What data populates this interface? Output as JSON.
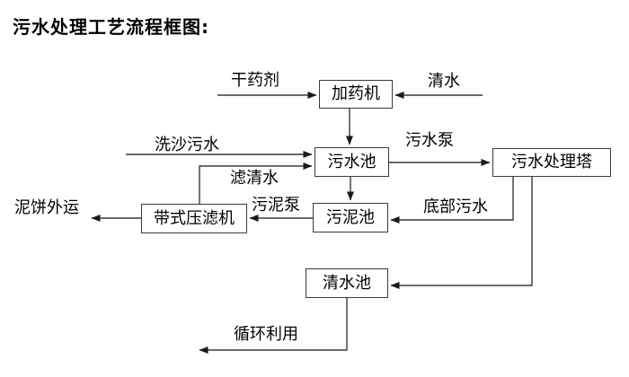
{
  "title": "污水处理工艺流程框图:",
  "diagram": {
    "nodes": {
      "dosing_machine": "加药机",
      "sewage_pool": "污水池",
      "treatment_tower": "污水处理塔",
      "belt_filter_press": "带式压滤机",
      "sludge_pool": "污泥池",
      "clean_water_pool": "清水池"
    },
    "labels": {
      "dry_agent": "干药剂",
      "clean_water": "清水",
      "sand_washing_sewage": "洗沙污水",
      "filtered_water": "滤清水",
      "sewage_pump": "污水泵",
      "bottom_sewage": "底部污水",
      "sludge_pump": "污泥泵",
      "mud_cake_out": "泥饼外运",
      "recycling": "循环利用"
    },
    "colors": {
      "line": "#3a3a3a",
      "arrow": "#1a1a1a",
      "text": "#000000",
      "background": "#ffffff"
    }
  }
}
